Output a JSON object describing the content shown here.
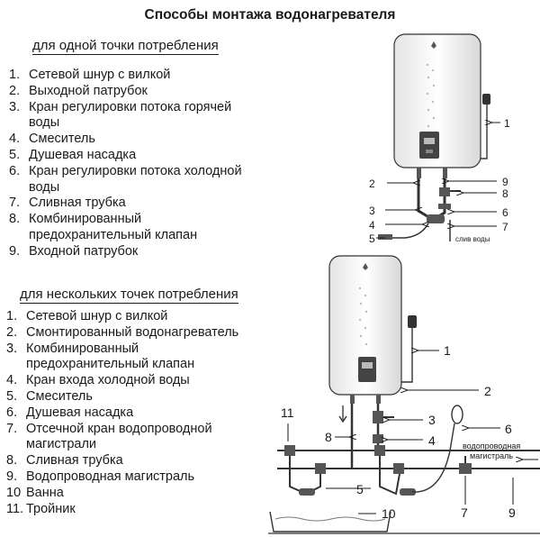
{
  "title": "Способы монтажа водонагревателя",
  "section1": {
    "heading": "для одной точки потребления",
    "items": [
      {
        "num": "1.",
        "text": "Сетевой шнур с вилкой"
      },
      {
        "num": "2.",
        "text": "Выходной патрубок"
      },
      {
        "num": "3.",
        "text": "Кран регулировки потока горячей"
      },
      {
        "num": "",
        "text": "воды"
      },
      {
        "num": "4.",
        "text": "Смеситель"
      },
      {
        "num": "5.",
        "text": "Душевая насадка"
      },
      {
        "num": "6.",
        "text": "Кран регулировки потока холодной"
      },
      {
        "num": "",
        "text": "воды"
      },
      {
        "num": "7.",
        "text": "Сливная трубка"
      },
      {
        "num": "8.",
        "text": "Комбинированный"
      },
      {
        "num": "",
        "text": "предохранительный клапан"
      },
      {
        "num": "9.",
        "text": "Входной патрубок"
      }
    ],
    "diagram": {
      "callouts": [
        "1",
        "2",
        "3",
        "4",
        "5",
        "6",
        "7",
        "8",
        "9"
      ],
      "drain_label": "слив воды"
    }
  },
  "section2": {
    "heading": "для нескольких точек потребления",
    "items": [
      {
        "num": "1.",
        "text": "Сетевой шнур с вилкой"
      },
      {
        "num": "2.",
        "text": "Смонтированный водонагреватель"
      },
      {
        "num": "3.",
        "text": "Комбинированный"
      },
      {
        "num": "",
        "text": "предохранительный клапан"
      },
      {
        "num": "4.",
        "text": "Кран входа холодной воды"
      },
      {
        "num": "5.",
        "text": "Смеситель"
      },
      {
        "num": "6.",
        "text": "Душевая насадка"
      },
      {
        "num": "7.",
        "text": "Отсечной кран водопроводной"
      },
      {
        "num": "",
        "text": "магистрали"
      },
      {
        "num": "8.",
        "text": "Сливная трубка"
      },
      {
        "num": "9.",
        "text": "Водопроводная магистраль"
      },
      {
        "num": "10",
        "text": "Ванна"
      },
      {
        "num": "11.",
        "text": "Тройник"
      }
    ],
    "diagram": {
      "callouts": [
        "1",
        "2",
        "3",
        "4",
        "5",
        "6",
        "7",
        "8",
        "9",
        "10",
        "11"
      ],
      "main_label_line1": "водопроводная",
      "main_label_line2": "магистраль"
    }
  }
}
